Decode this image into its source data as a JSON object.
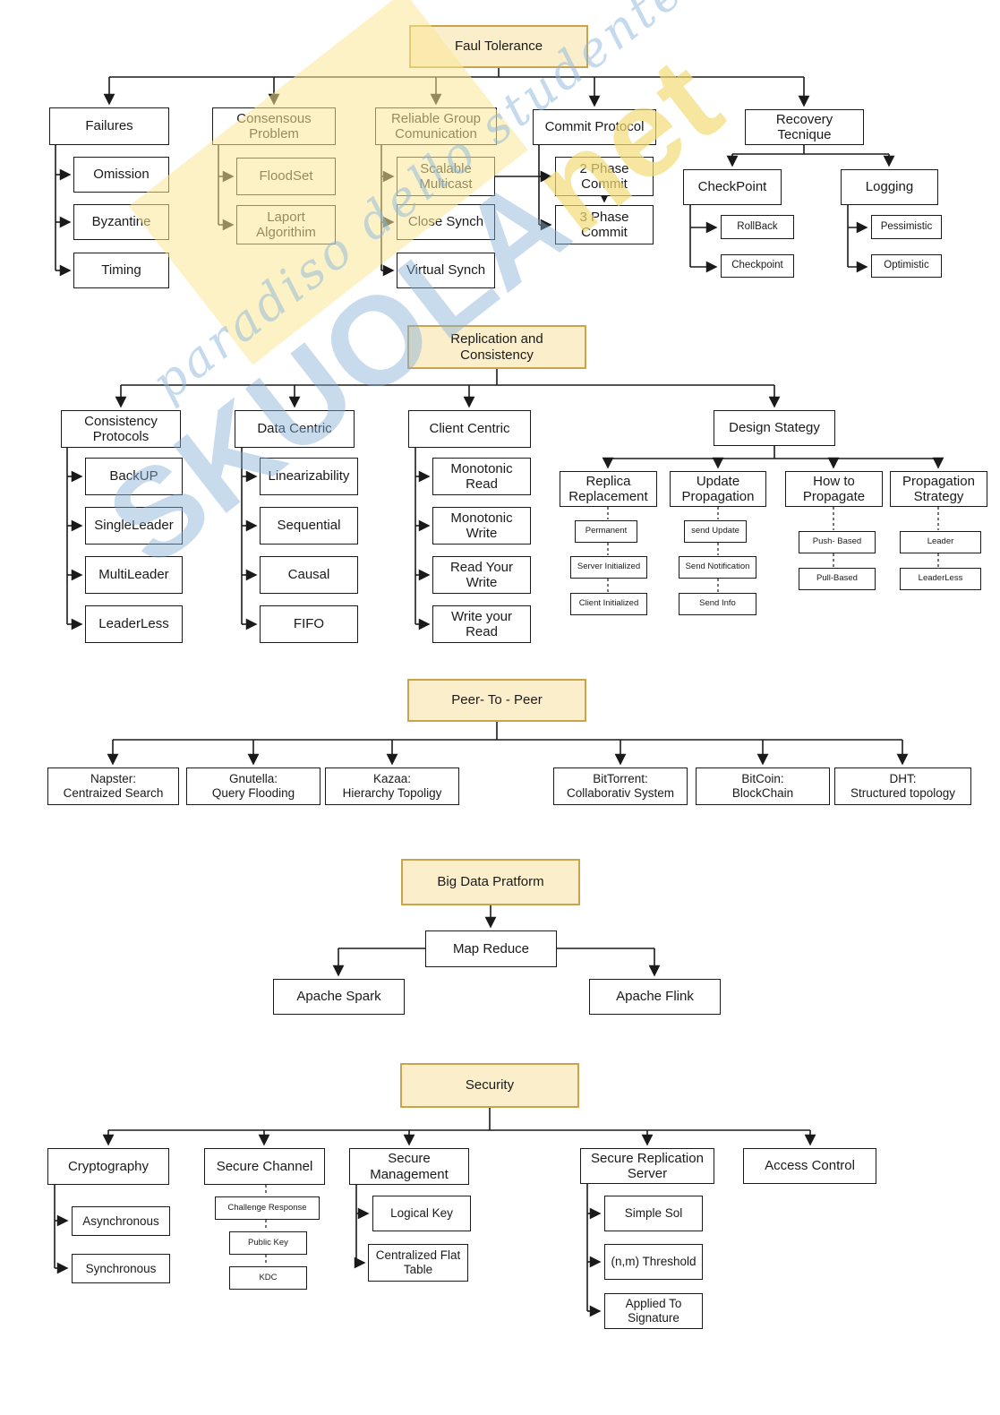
{
  "watermark": {
    "brand": "SKUOLA",
    "brand_suffix": "net",
    "tagline": "paradiso dello studente"
  },
  "colors": {
    "root_fill": "#FBEECB",
    "root_border": "#C9A44C",
    "node_border": "#1a1a1a",
    "line": "#1a1a1a",
    "watermark_blue": "#cfe2f2",
    "watermark_yellow": "#f9e796"
  },
  "sections": {
    "fault_tolerance": {
      "root": "Faul Tolerance",
      "failures": {
        "title": "Failures",
        "items": [
          "Omission",
          "Byzantine",
          "Timing"
        ]
      },
      "consensous": {
        "title": "Consensous\nProblem",
        "items": [
          "FloodSet",
          "Laport\nAlgorithim"
        ]
      },
      "reliable_group": {
        "title": "Reliable Group\nComunication",
        "items": [
          "Scalable\nMulticast",
          "Close Synch",
          "Virtual Synch"
        ]
      },
      "commit": {
        "title": "Commit Protocol",
        "items": [
          "2 Phase\nCommit",
          "3 Phase\nCommit"
        ]
      },
      "recovery": {
        "title": "Recovery\nTecnique",
        "checkpoint": {
          "title": "CheckPoint",
          "items": [
            "RollBack",
            "Checkpoint"
          ]
        },
        "logging": {
          "title": "Logging",
          "items": [
            "Pessimistic",
            "Optimistic"
          ]
        }
      }
    },
    "replication": {
      "root": "Replication and\nConsistency",
      "consistency_protocols": {
        "title": "Consistency\nProtocols",
        "items": [
          "BackUP",
          "SingleLeader",
          "MultiLeader",
          "LeaderLess"
        ]
      },
      "data_centric": {
        "title": "Data Centric",
        "items": [
          "Linearizability",
          "Sequential",
          "Causal",
          "FIFO"
        ]
      },
      "client_centric": {
        "title": "Client Centric",
        "items": [
          "Monotonic\nRead",
          "Monotonic\nWrite",
          "Read Your\nWrite",
          "Write your\nRead"
        ]
      },
      "design_strategy": {
        "title": "Design Stategy",
        "replica_replacement": {
          "title": "Replica\nReplacement",
          "items": [
            "Permanent",
            "Server Initialized",
            "Client Initialized"
          ]
        },
        "update_propagation": {
          "title": "Update\nPropagation",
          "items": [
            "send Update",
            "Send Notification",
            "Send Info"
          ]
        },
        "how_to_propagate": {
          "title": "How to\nPropagate",
          "items": [
            "Push- Based",
            "Pull-Based"
          ]
        },
        "propagation_strategy": {
          "title": "Propagation\nStrategy",
          "items": [
            "Leader",
            "LeaderLess"
          ]
        }
      }
    },
    "peer_to_peer": {
      "root": "Peer-  To - Peer",
      "items": [
        "Napster:\nCentraized Search",
        "Gnutella:\nQuery Flooding",
        "Kazaa:\nHierarchy Topoligy",
        "BitTorrent:\nCollaborativ System",
        "BitCoin:\nBlockChain",
        "DHT:\nStructured topology"
      ]
    },
    "big_data": {
      "root": "Big Data Pratform",
      "map_reduce": "Map Reduce",
      "items": [
        "Apache Spark",
        "Apache Flink"
      ]
    },
    "security": {
      "root": "Security",
      "cryptography": {
        "title": "Cryptography",
        "items": [
          "Asynchronous",
          "Synchronous"
        ]
      },
      "secure_channel": {
        "title": "Secure Channel",
        "items": [
          "Challenge Response",
          "Public Key",
          "KDC"
        ]
      },
      "secure_management": {
        "title": "Secure\nManagement",
        "items": [
          "Logical Key",
          "Centralized Flat\nTable"
        ]
      },
      "secure_replication": {
        "title": "Secure Replication\nServer",
        "items": [
          "Simple Sol",
          "(n,m) Threshold",
          "Applied To\nSignature"
        ]
      },
      "access_control": {
        "title": "Access Control"
      }
    }
  }
}
